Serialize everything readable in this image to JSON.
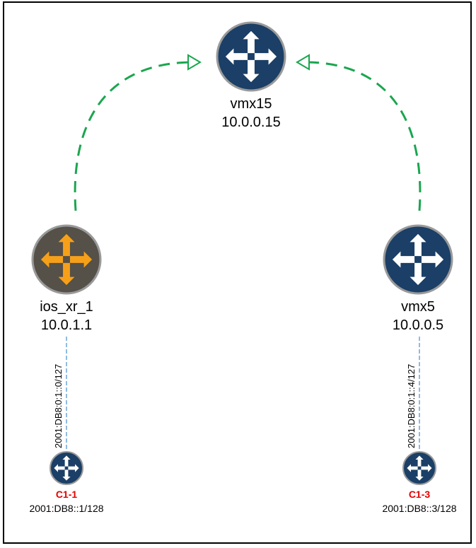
{
  "colors": {
    "router_blue": "#1b3f66",
    "router_gray": "#555048",
    "arrow_orange": "#f6a01a",
    "arrow_white": "#ffffff",
    "ring": "#9a9a9a",
    "bgp_session": "#1aa64f",
    "link_line": "#6aa6d8",
    "client_label": "#e00000"
  },
  "nodes": {
    "vmx15": {
      "name": "vmx15",
      "ip": "10.0.0.15",
      "icon": "router-icon"
    },
    "ios_xr_1": {
      "name": "ios_xr_1",
      "ip": "10.0.1.1",
      "icon": "router-icon"
    },
    "vmx5": {
      "name": "vmx5",
      "ip": "10.0.0.5",
      "icon": "router-icon"
    }
  },
  "clients": {
    "c1_1": {
      "name": "C1-1",
      "address": "2001:DB8::1/128",
      "icon": "router-icon"
    },
    "c1_3": {
      "name": "C1-3",
      "address": "2001:DB8::3/128",
      "icon": "router-icon"
    }
  },
  "links": {
    "left": {
      "label": "2001:DB8:0:1::0/127"
    },
    "right": {
      "label": "2001:DB8:0:1::4/127"
    }
  }
}
